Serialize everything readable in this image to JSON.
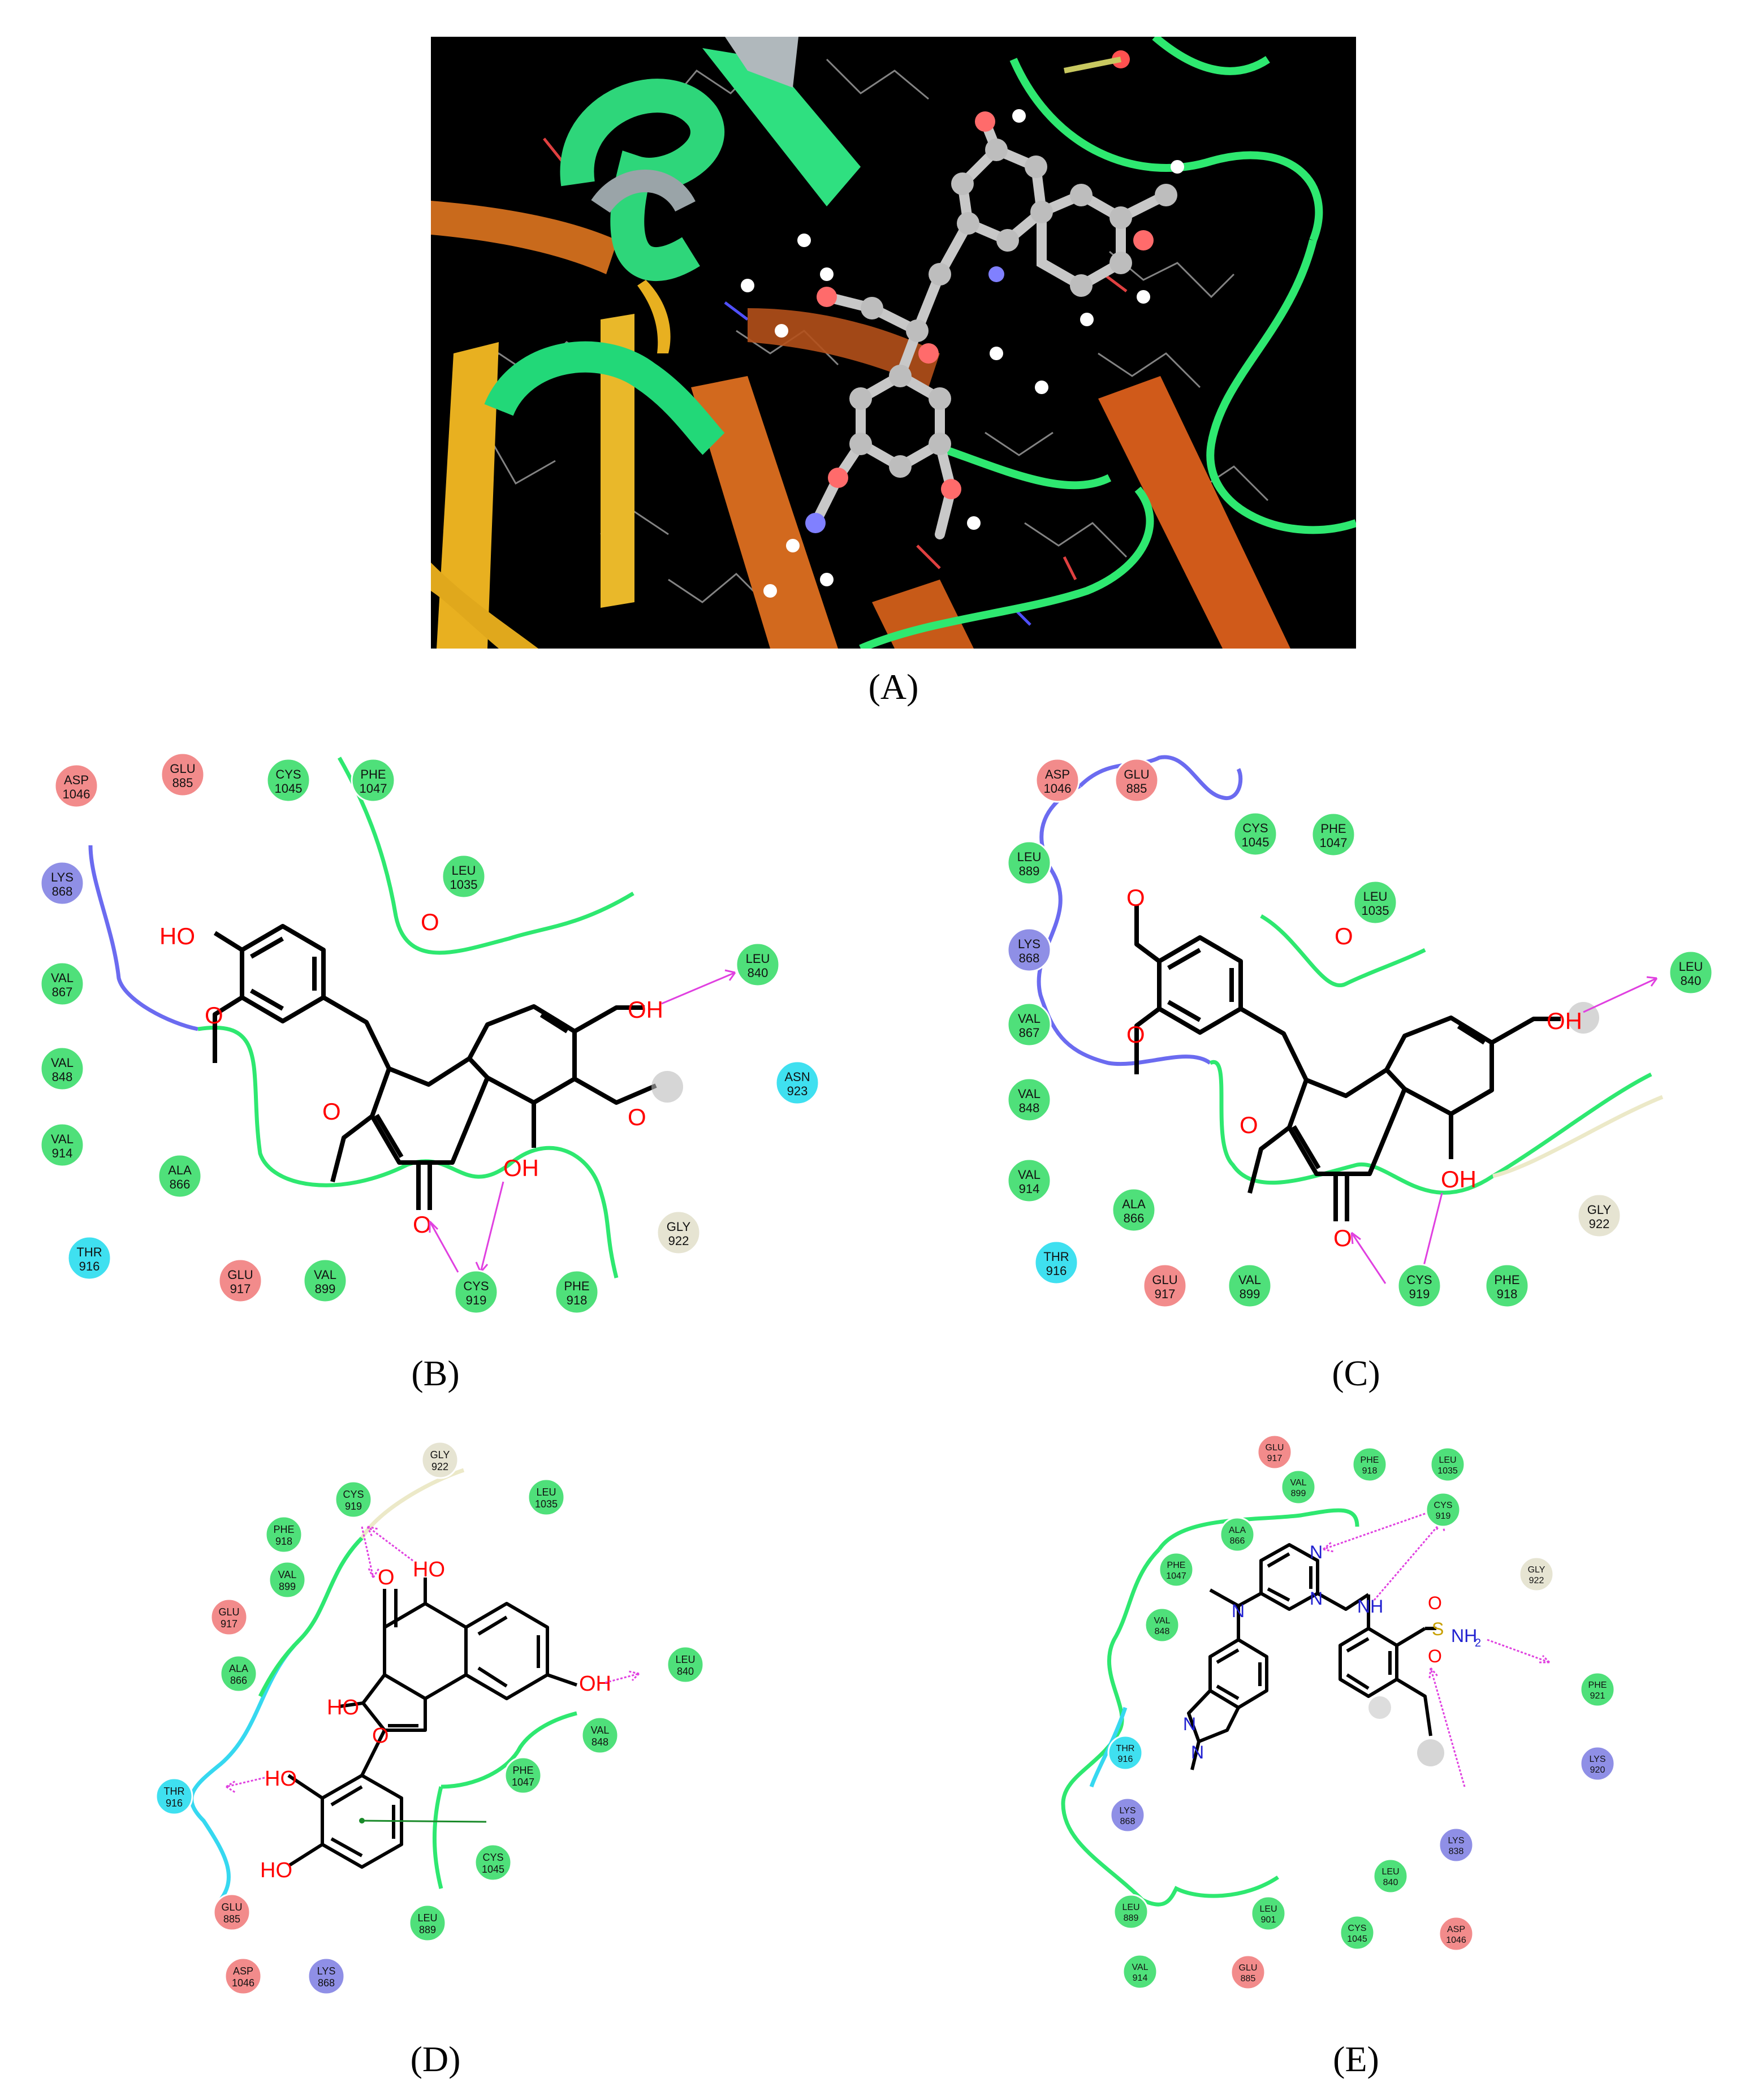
{
  "captions": {
    "a": "(A)",
    "b": "(B)",
    "c": "(C)",
    "d": "(D)",
    "e": "(E)"
  },
  "colors": {
    "green": "#4fe07a",
    "red": "#f28b8b",
    "blue": "#8f8fe6",
    "cyan": "#3fe0f0",
    "gray": "#e6e4d2",
    "hbond": "#e040e0",
    "pocket_green": "#2ee870",
    "pocket_blue": "#6b6bf0",
    "pocket_cyan": "#36d8f0",
    "pocket_gray": "#ece9c8"
  },
  "panel_b": {
    "atoms": {
      "ho1": "HO",
      "oh1": "OH",
      "oh2": "OH",
      "o_ring": "O",
      "o_carbonyl": "O",
      "o_m1": "O",
      "o_m2": "O",
      "o_m3": "O"
    },
    "residues": [
      {
        "n": "ASP",
        "num": "1046",
        "c": "red"
      },
      {
        "n": "GLU",
        "num": "885",
        "c": "red"
      },
      {
        "n": "CYS",
        "num": "1045",
        "c": "green"
      },
      {
        "n": "PHE",
        "num": "1047",
        "c": "green"
      },
      {
        "n": "LYS",
        "num": "868",
        "c": "blue"
      },
      {
        "n": "LEU",
        "num": "1035",
        "c": "green"
      },
      {
        "n": "VAL",
        "num": "867",
        "c": "green"
      },
      {
        "n": "LEU",
        "num": "840",
        "c": "green"
      },
      {
        "n": "VAL",
        "num": "848",
        "c": "green"
      },
      {
        "n": "ASN",
        "num": "923",
        "c": "cyan"
      },
      {
        "n": "VAL",
        "num": "914",
        "c": "green"
      },
      {
        "n": "ALA",
        "num": "866",
        "c": "green"
      },
      {
        "n": "THR",
        "num": "916",
        "c": "cyan"
      },
      {
        "n": "GLY",
        "num": "922",
        "c": "gray"
      },
      {
        "n": "GLU",
        "num": "917",
        "c": "red"
      },
      {
        "n": "VAL",
        "num": "899",
        "c": "green"
      },
      {
        "n": "CYS",
        "num": "919",
        "c": "green"
      },
      {
        "n": "PHE",
        "num": "918",
        "c": "green"
      }
    ]
  },
  "panel_c": {
    "atoms": {
      "oh1": "OH",
      "oh2": "OH",
      "o_ring": "O",
      "o_carbonyl": "O",
      "o_m1": "O",
      "o_m2": "O",
      "o_m3": "O"
    },
    "residues": [
      {
        "n": "ASP",
        "num": "1046",
        "c": "red"
      },
      {
        "n": "GLU",
        "num": "885",
        "c": "red"
      },
      {
        "n": "CYS",
        "num": "1045",
        "c": "green"
      },
      {
        "n": "PHE",
        "num": "1047",
        "c": "green"
      },
      {
        "n": "LEU",
        "num": "889",
        "c": "green"
      },
      {
        "n": "LEU",
        "num": "1035",
        "c": "green"
      },
      {
        "n": "LYS",
        "num": "868",
        "c": "blue"
      },
      {
        "n": "LEU",
        "num": "840",
        "c": "green"
      },
      {
        "n": "VAL",
        "num": "867",
        "c": "green"
      },
      {
        "n": "VAL",
        "num": "848",
        "c": "green"
      },
      {
        "n": "VAL",
        "num": "914",
        "c": "green"
      },
      {
        "n": "ALA",
        "num": "866",
        "c": "green"
      },
      {
        "n": "GLY",
        "num": "922",
        "c": "gray"
      },
      {
        "n": "THR",
        "num": "916",
        "c": "cyan"
      },
      {
        "n": "GLU",
        "num": "917",
        "c": "red"
      },
      {
        "n": "VAL",
        "num": "899",
        "c": "green"
      },
      {
        "n": "CYS",
        "num": "919",
        "c": "green"
      },
      {
        "n": "PHE",
        "num": "918",
        "c": "green"
      }
    ]
  },
  "panel_d": {
    "atoms": {
      "ho1": "HO",
      "oh1": "OH",
      "ho2": "HO",
      "ho3": "HO",
      "ho4": "HO",
      "o_carbonyl": "O",
      "o_ring": "O"
    },
    "residues": [
      {
        "n": "GLY",
        "num": "922",
        "c": "gray"
      },
      {
        "n": "CYS",
        "num": "919",
        "c": "green"
      },
      {
        "n": "LEU",
        "num": "1035",
        "c": "green"
      },
      {
        "n": "PHE",
        "num": "918",
        "c": "green"
      },
      {
        "n": "VAL",
        "num": "899",
        "c": "green"
      },
      {
        "n": "GLU",
        "num": "917",
        "c": "red"
      },
      {
        "n": "LEU",
        "num": "840",
        "c": "green"
      },
      {
        "n": "ALA",
        "num": "866",
        "c": "green"
      },
      {
        "n": "VAL",
        "num": "848",
        "c": "green"
      },
      {
        "n": "PHE",
        "num": "1047",
        "c": "green"
      },
      {
        "n": "THR",
        "num": "916",
        "c": "cyan"
      },
      {
        "n": "CYS",
        "num": "1045",
        "c": "green"
      },
      {
        "n": "GLU",
        "num": "885",
        "c": "red"
      },
      {
        "n": "LEU",
        "num": "889",
        "c": "green"
      },
      {
        "n": "ASP",
        "num": "1046",
        "c": "red"
      },
      {
        "n": "LYS",
        "num": "868",
        "c": "blue"
      }
    ]
  },
  "panel_e": {
    "atoms": {
      "n1": "N",
      "n2": "N",
      "nh": "NH",
      "n3": "N",
      "n4": "N",
      "n5": "N",
      "s": "S",
      "o1": "O",
      "o2": "O",
      "nh2": "NH",
      "nh2_sub": "2"
    },
    "residues": [
      {
        "n": "GLU",
        "num": "917",
        "c": "red"
      },
      {
        "n": "PHE",
        "num": "918",
        "c": "green"
      },
      {
        "n": "LEU",
        "num": "1035",
        "c": "green"
      },
      {
        "n": "VAL",
        "num": "899",
        "c": "green"
      },
      {
        "n": "CYS",
        "num": "919",
        "c": "green"
      },
      {
        "n": "ALA",
        "num": "866",
        "c": "green"
      },
      {
        "n": "GLY",
        "num": "922",
        "c": "gray"
      },
      {
        "n": "PHE",
        "num": "1047",
        "c": "green"
      },
      {
        "n": "VAL",
        "num": "848",
        "c": "green"
      },
      {
        "n": "PHE",
        "num": "921",
        "c": "green"
      },
      {
        "n": "THR",
        "num": "916",
        "c": "cyan"
      },
      {
        "n": "LYS",
        "num": "920",
        "c": "blue"
      },
      {
        "n": "LYS",
        "num": "868",
        "c": "blue"
      },
      {
        "n": "LYS",
        "num": "838",
        "c": "blue"
      },
      {
        "n": "LEU",
        "num": "840",
        "c": "green"
      },
      {
        "n": "LEU",
        "num": "889",
        "c": "green"
      },
      {
        "n": "LEU",
        "num": "901",
        "c": "green"
      },
      {
        "n": "CYS",
        "num": "1045",
        "c": "green"
      },
      {
        "n": "ASP",
        "num": "1046",
        "c": "red"
      },
      {
        "n": "VAL",
        "num": "914",
        "c": "green"
      },
      {
        "n": "GLU",
        "num": "885",
        "c": "red"
      }
    ]
  }
}
